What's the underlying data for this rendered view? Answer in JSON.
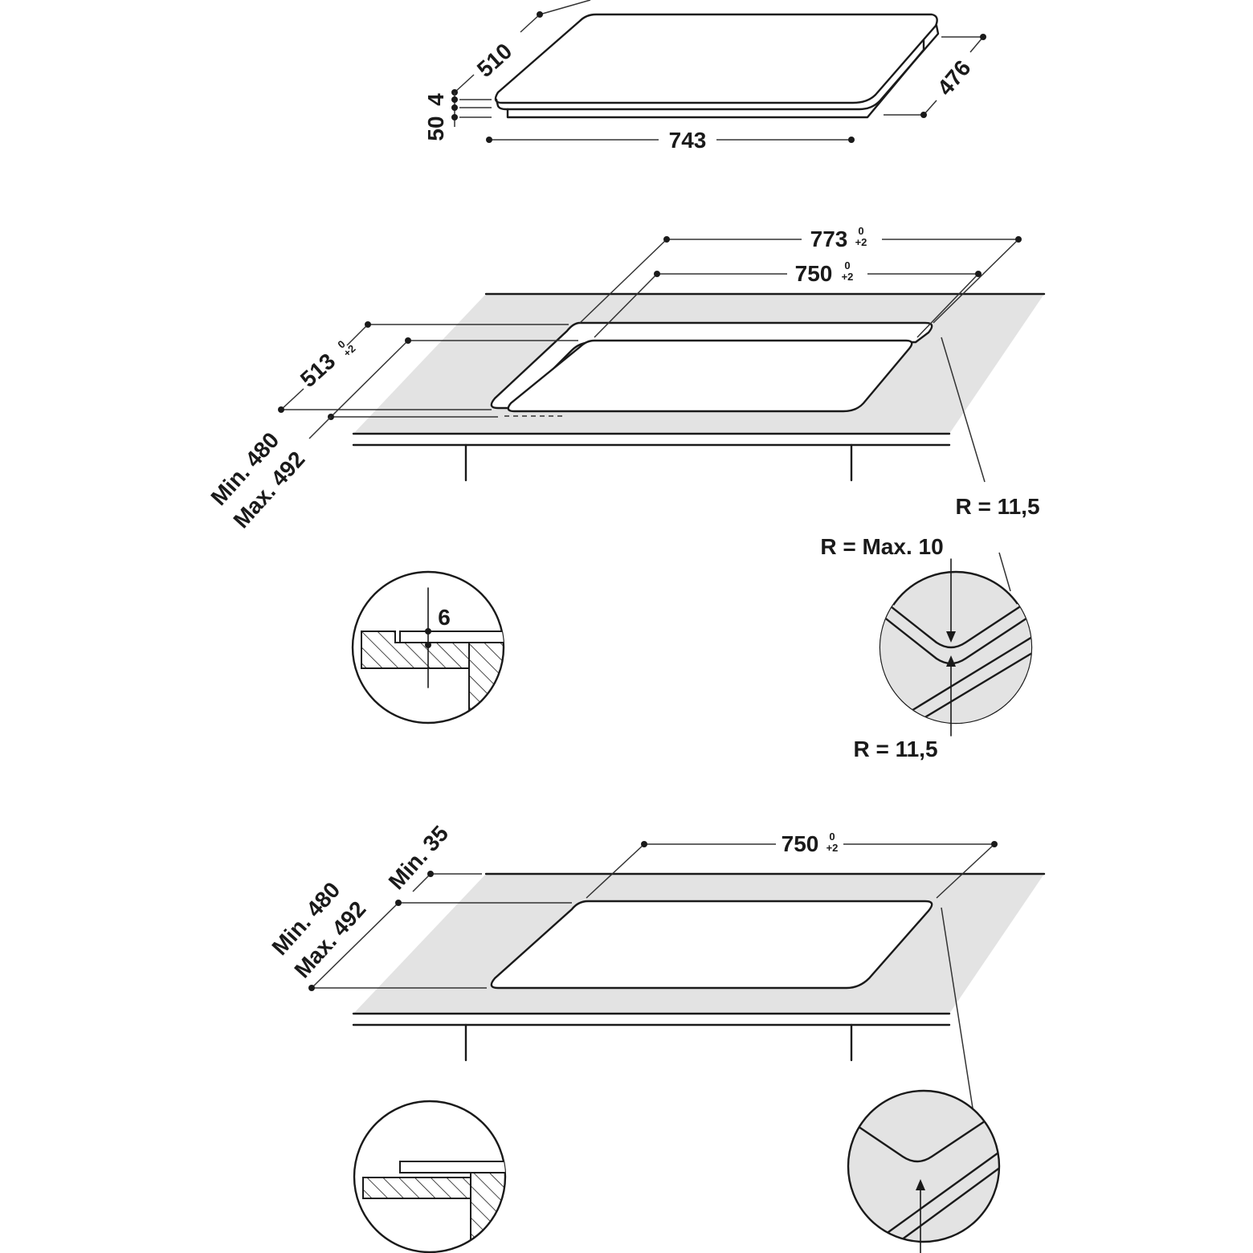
{
  "hob": {
    "width": "743",
    "depth_top": "510",
    "depth_side": "476",
    "height_glass": "4",
    "height_total": "50"
  },
  "cutout_flush": {
    "outer_width": "773",
    "inner_width": "750",
    "outer_depth": "513",
    "tol_top": "0",
    "tol_bottom": "+2",
    "depth_min": "Min. 480",
    "depth_max": "Max. 492",
    "corner_radius": "R = 11,5"
  },
  "detail_flush": {
    "step_height": "6",
    "radius_max": "R = Max. 10",
    "radius_outer": "R = 11,5"
  },
  "cutout_standard": {
    "width": "750",
    "tol_top": "0",
    "tol_bottom": "+2",
    "depth_min": "Min. 480",
    "depth_max": "Max. 492",
    "edge_min": "Min. 35"
  }
}
